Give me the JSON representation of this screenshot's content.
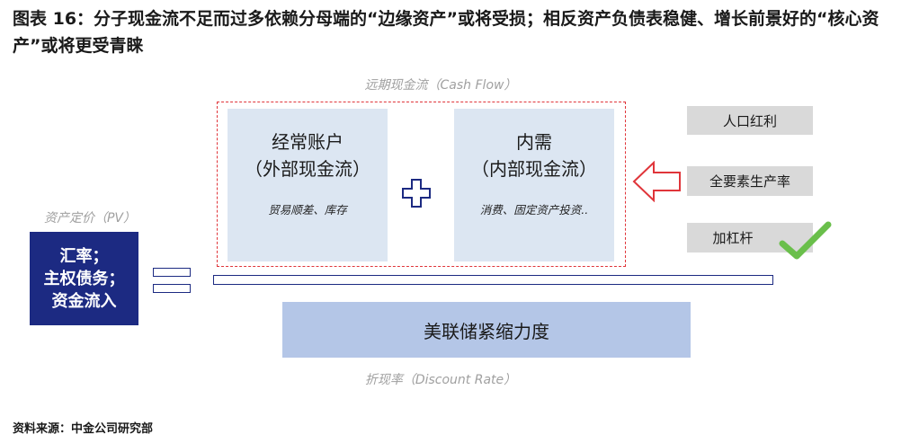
{
  "title": "图表 16：分子现金流不足而过多依赖分母端的“边缘资产”或将受损；相反资产负债表稳健、增长前景好的“核心资产”或将更受青睐",
  "cash_flow_label": "远期现金流（Cash Flow）",
  "external": {
    "title_line1": "经常账户",
    "title_line2": "（外部现金流）",
    "sub": "贸易顺差、库存"
  },
  "internal": {
    "title_line1": "内需",
    "title_line2": "（内部现金流）",
    "sub": "消费、固定资产投资.."
  },
  "pv_label": "资产定价（PV）",
  "pv_box": {
    "line1": "汇率；",
    "line2": "主权债务；",
    "line3": "资金流入"
  },
  "discount_box": "美联储紧缩力度",
  "discount_label": "折现率（Discount Rate）",
  "factors": [
    "人口红利",
    "全要素生产率",
    "加杠杆"
  ],
  "source": "资料来源：中金公司研究部",
  "colors": {
    "navy": "#1c2a82",
    "panel": "#dce6f2",
    "rate": "#b4c6e7",
    "dashed_red": "#e0353a",
    "check_green": "#6abf4b",
    "factor_gray": "#d9d9d9"
  }
}
